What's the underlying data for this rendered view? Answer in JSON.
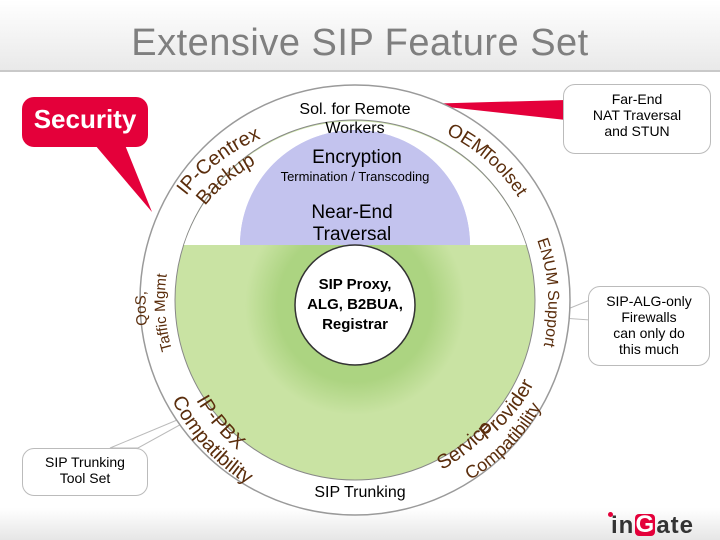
{
  "title": "Extensive SIP Feature Set",
  "callouts": {
    "security": "Security",
    "far_end": [
      "Far-End",
      "NAT Traversal",
      "and STUN"
    ],
    "sip_alg": [
      "SIP-ALG-only",
      "Firewalls",
      "can only do",
      "this much"
    ],
    "trunking_tool": [
      "SIP Trunking",
      "Tool Set"
    ]
  },
  "wheel": {
    "center": [
      "SIP Proxy,",
      "ALG, B2BUA,",
      "Registrar"
    ],
    "upper_segment": {
      "remote": [
        "Sol. for Remote",
        "Workers"
      ],
      "encryption": "Encryption",
      "termination": "Termination / Transcoding",
      "near_end": [
        "Near-End",
        "Traversal"
      ]
    },
    "lower_segment": {
      "trunking": "SIP Trunking"
    },
    "ring": {
      "ip_centrex": "IP-Centrex",
      "backup": "Backup",
      "oem": "OEM",
      "toolset": "Toolset",
      "enum": "ENUM Support",
      "qos": "QoS,",
      "traffic": "Taffic Mgmt",
      "ip_pbx": "IP-PBX",
      "compatibility": "Compatibility",
      "service": "Service",
      "provider": "Provider",
      "compat2": "Compatibility"
    }
  },
  "logo": {
    "prefix": "in",
    "highlight": "G",
    "suffix": "ate"
  },
  "colors": {
    "accent_red": "#e4003a",
    "green_light": "#c9e3a3",
    "green_mid": "#a9d27d",
    "lavender": "#c3c3ee",
    "ring_white": "#ffffff",
    "title_gray": "#7f7f7f"
  }
}
